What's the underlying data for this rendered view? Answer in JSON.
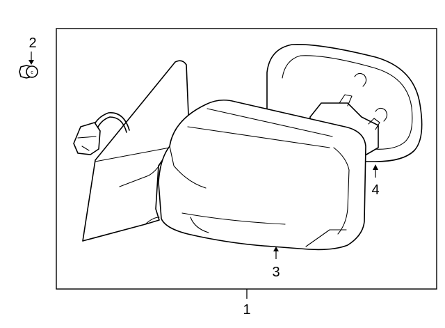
{
  "callouts": {
    "c1": "1",
    "c2": "2",
    "c3": "3",
    "c4": "4"
  },
  "nut_letter": "c"
}
